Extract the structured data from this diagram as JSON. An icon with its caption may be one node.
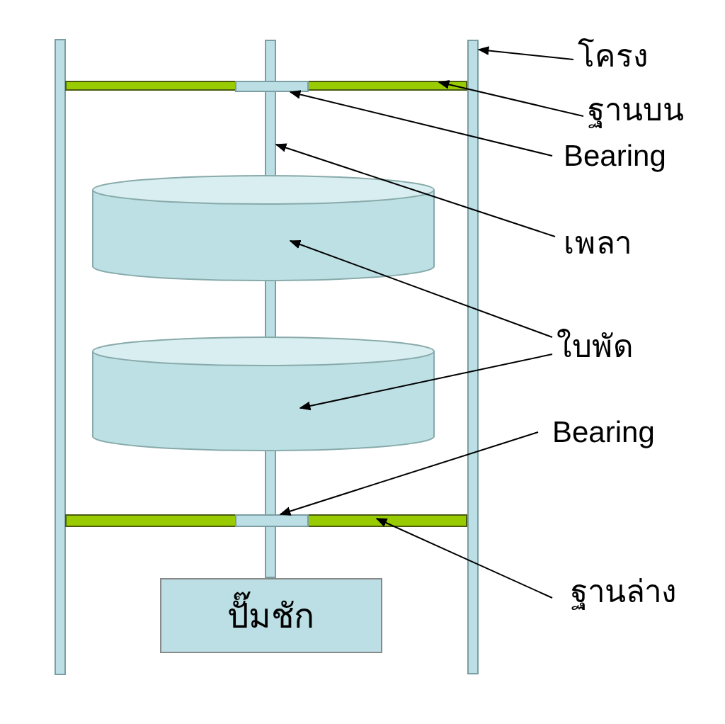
{
  "diagram": {
    "nodes": [
      {
        "text": [
          "โครง"
        ]
      },
      {
        "text": [],
        "shape": "bar"
      },
      {
        "text": [
          "ฐานบน"
        ]
      },
      {
        "text": [],
        "shape": "bar"
      },
      {
        "text": [
          "Bearing"
        ]
      },
      {
        "text": [],
        "shape": "bar",
        "in": 3
      },
      {
        "text": [
          "เพลา"
        ]
      },
      {
        "text": [],
        "shape": "bar"
      },
      {
        "text": [
          "ใบพัด"
        ]
      },
      {
        "text": [],
        "shape": "cylinder"
      },
      {
        "text": [],
        "shape": "cylinder"
      },
      {
        "text": [
          "Bearing"
        ]
      },
      {
        "text": [],
        "shape": "bar",
        "in": 14
      },
      {
        "text": [
          "ฐานล่าง"
        ]
      },
      {
        "text": [],
        "shape": "bar"
      },
      {
        "text": [
          "ปั๊มชัก"
        ]
      }
    ],
    "edges": [
      {
        "from": 0,
        "to": 7,
        "arrow": "to"
      },
      {
        "from": 2,
        "to": 3,
        "arrow": "to"
      },
      {
        "from": 4,
        "to": 5,
        "arrow": "to"
      },
      {
        "from": 6,
        "to": 1,
        "arrow": "to"
      },
      {
        "from": 8,
        "to": 9,
        "arrow": "to"
      },
      {
        "from": 8,
        "to": 10,
        "arrow": "to"
      },
      {
        "from": 11,
        "to": 12,
        "arrow": "to"
      },
      {
        "from": 13,
        "to": 14,
        "arrow": "to"
      }
    ]
  }
}
